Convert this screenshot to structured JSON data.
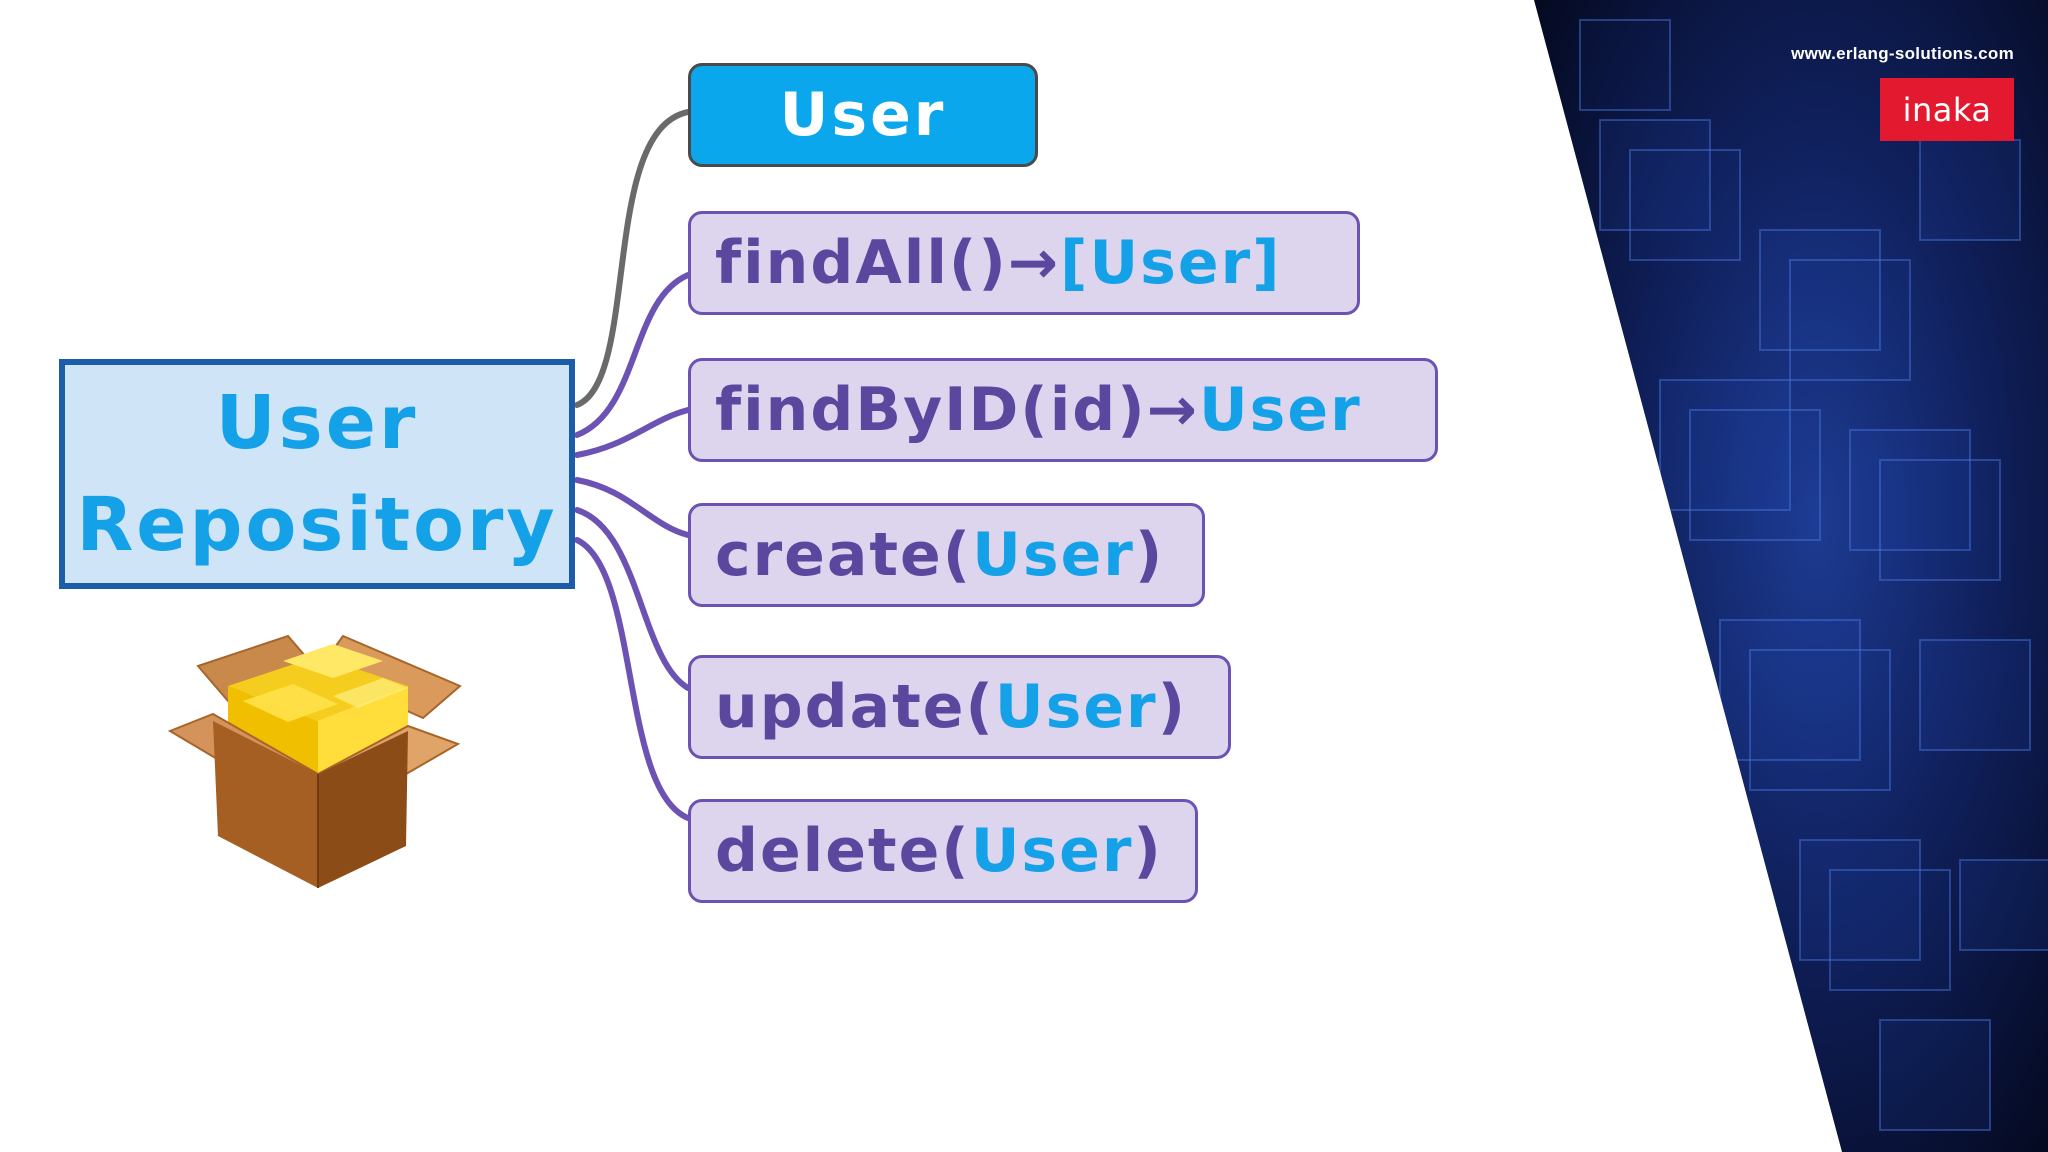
{
  "header": {
    "site_url": "www.erlang-solutions.com",
    "logo_text": "inaka"
  },
  "diagram": {
    "repository": {
      "line1": "User",
      "line2": "Repository"
    },
    "entity": {
      "label": "User"
    },
    "methods": [
      {
        "name": "findAll()",
        "arrow": " → ",
        "type": "[User]",
        "close": ""
      },
      {
        "name": "findByID(id)",
        "arrow": " → ",
        "type": "User",
        "close": ""
      },
      {
        "name": "create(",
        "arrow": "",
        "type": "User",
        "close": ")"
      },
      {
        "name": "update(",
        "arrow": "",
        "type": "User",
        "close": ")"
      },
      {
        "name": "delete(",
        "arrow": "",
        "type": "User",
        "close": ")"
      }
    ],
    "icon": "package-box-icon"
  },
  "colors": {
    "repository_fill": "#cfe4f7",
    "repository_border": "#1b5da8",
    "entity_fill": "#0aa7ec",
    "method_fill": "#ddd5ee",
    "method_border": "#6c52b3",
    "method_text": "#5c479e",
    "type_text": "#14a1e8",
    "logo_red": "#e31a2f",
    "background_dark": "#0a1230"
  }
}
